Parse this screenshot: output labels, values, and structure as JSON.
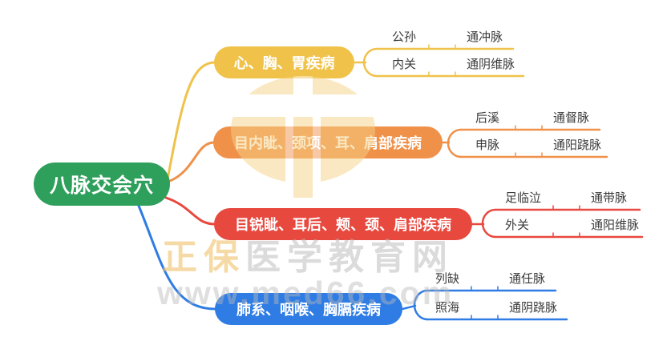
{
  "root": {
    "label": "八脉交会穴",
    "color": "#2fa05c"
  },
  "branches": [
    {
      "label": "心、胸、胃疾病",
      "color": "#f0c24a",
      "leaves": [
        {
          "point": "公孙",
          "vessel": "通冲脉"
        },
        {
          "point": "内关",
          "vessel": "通阴维脉"
        }
      ]
    },
    {
      "label": "目内眦、颈项、耳、肩部疾病",
      "color": "#f0914a",
      "leaves": [
        {
          "point": "后溪",
          "vessel": "通督脉"
        },
        {
          "point": "申脉",
          "vessel": "通阳跷脉"
        }
      ]
    },
    {
      "label": "目锐眦、耳后、颊、颈、肩部疾病",
      "color": "#e8493f",
      "leaves": [
        {
          "point": "足临泣",
          "vessel": "通带脉"
        },
        {
          "point": "外关",
          "vessel": "通阳维脉"
        }
      ]
    },
    {
      "label": "肺系、咽喉、胸膈疾病",
      "color": "#2e7ce4",
      "leaves": [
        {
          "point": "列缺",
          "vessel": "通任脉"
        },
        {
          "point": "照海",
          "vessel": "通阴跷脉"
        }
      ]
    }
  ],
  "watermark": {
    "brand": "正保",
    "brand_rest": "医学教育网",
    "url": "www.med66.com",
    "brand_color": "#f2c56f",
    "gray_color": "#b9b9b9",
    "logo_color": "#f6d287"
  }
}
